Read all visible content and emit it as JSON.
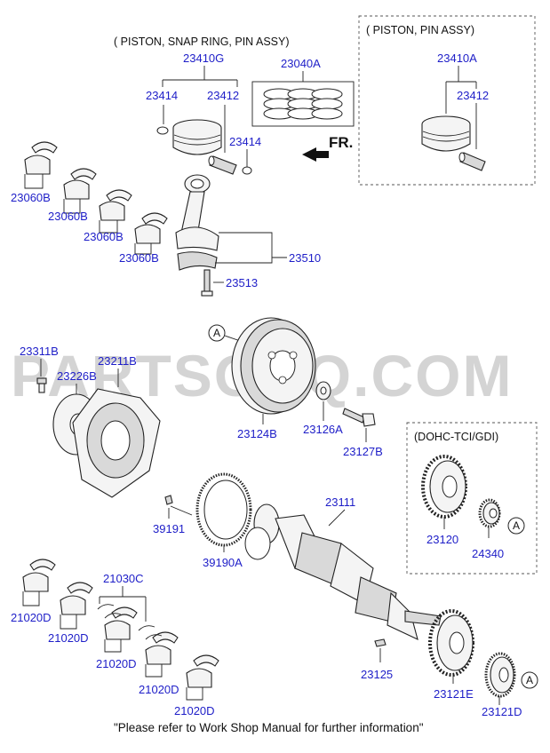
{
  "watermark": "PARTSOUQ.COM",
  "headers": {
    "piston_snap_ring_pin": "( PISTON, SNAP RING, PIN ASSY)",
    "piston_pin": "( PISTON, PIN ASSY)",
    "dohc": "(DOHC-TCI/GDI)"
  },
  "front_marker": "FR.",
  "callout": "A",
  "footer": "\"Please refer to Work Shop Manual for further information\"",
  "parts": {
    "p23410G": "23410G",
    "p23040A": "23040A",
    "p23410A": "23410A",
    "p23414a": "23414",
    "p23412a": "23412",
    "p23414b": "23414",
    "p23412b": "23412",
    "p23060B_1": "23060B",
    "p23060B_2": "23060B",
    "p23060B_3": "23060B",
    "p23060B_4": "23060B",
    "p23510": "23510",
    "p23513": "23513",
    "p23311B": "23311B",
    "p23211B": "23211B",
    "p23226B": "23226B",
    "p23124B": "23124B",
    "p23126A": "23126A",
    "p23127B": "23127B",
    "p23111": "23111",
    "p39191": "39191",
    "p39190A": "39190A",
    "p23120": "23120",
    "p24340": "24340",
    "p21030C": "21030C",
    "p21020D_1": "21020D",
    "p21020D_2": "21020D",
    "p21020D_3": "21020D",
    "p21020D_4": "21020D",
    "p21020D_5": "21020D",
    "p23125": "23125",
    "p23121E": "23121E",
    "p23121D": "23121D"
  }
}
